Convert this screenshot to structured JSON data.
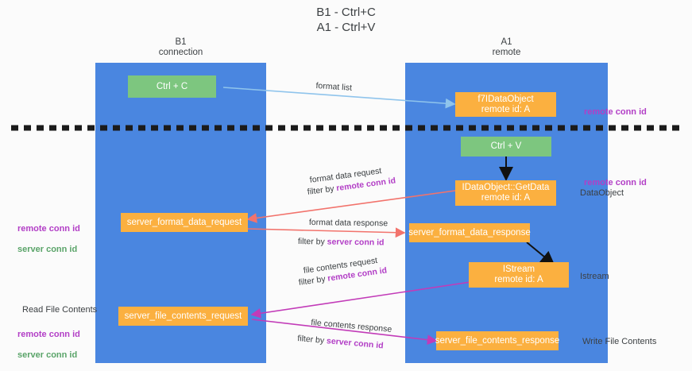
{
  "title": "B1 - Ctrl+C\nA1 - Ctrl+V",
  "lanes": {
    "b1": {
      "header": "B1\nconnection"
    },
    "a1": {
      "header": "A1\nremote"
    }
  },
  "boxes": {
    "ctrl_c": "Ctrl + C",
    "ctrl_v": "Ctrl + V",
    "data_object_remote": "f7IDataObject\nremote id: A",
    "idataobject_getdata": "IDataObject::GetData\nremote id: A",
    "server_format_data_request": "server_format_data_request",
    "server_format_data_response": "server_format_data_response",
    "istream_remote": "IStream\nremote id: A",
    "server_file_contents_request": "server_file_contents_request",
    "server_file_contents_response": "server_file_contents_response"
  },
  "right_labels": {
    "data_object": "DataObject",
    "istream": "Istream",
    "write_file_contents": "Write File Contents"
  },
  "left_labels": {
    "read_file_contents": "Read File Contents"
  },
  "conn_ids": {
    "remote": "remote conn id",
    "server": "server conn id"
  },
  "arrow_labels": {
    "format_list": "format list",
    "format_data_request": "format data request",
    "format_data_request_filter_prefix": "filter by ",
    "format_data_request_filter_value": "remote conn id",
    "format_data_response": "format data response",
    "format_data_response_filter_prefix": "filter by ",
    "format_data_response_filter_value": "server conn id",
    "file_contents_request": "file contents request",
    "file_contents_request_filter_prefix": "filter by ",
    "file_contents_request_filter_value": "remote conn id",
    "file_contents_response": "file contents response",
    "file_contents_response_filter_prefix": "filter by ",
    "file_contents_response_filter_value": "server conn id"
  },
  "colors": {
    "lane": "#4a86e0",
    "green_box": "#7dc67f",
    "orange_box": "#fbb040",
    "remote_conn": "#b23ec6",
    "server_conn": "#5aa469",
    "arrow_blue": "#8fc4ec",
    "arrow_red": "#f2736c",
    "arrow_magenta": "#c23bb8",
    "arrow_black": "#111111",
    "divider": "#1b1b1b",
    "background": "#fbfbfb"
  }
}
